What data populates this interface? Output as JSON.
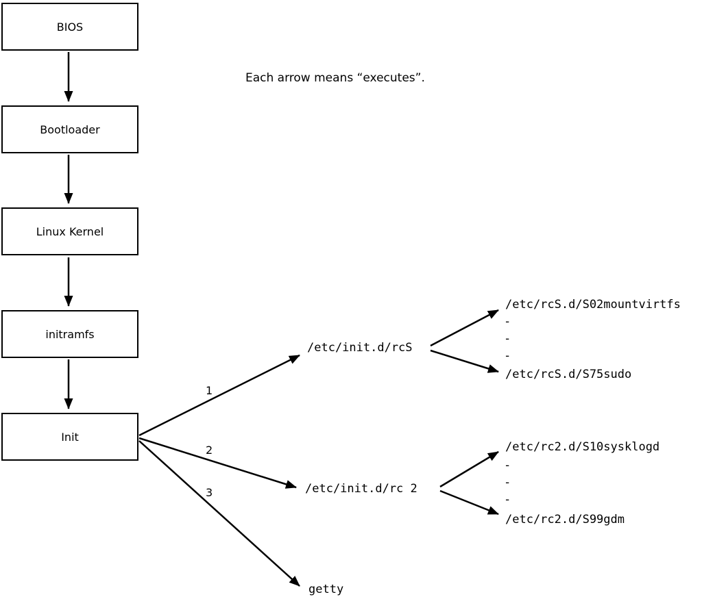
{
  "note": "Each arrow means “executes”.",
  "boxes": [
    {
      "label": "BIOS"
    },
    {
      "label": "Bootloader"
    },
    {
      "label": "Linux Kernel"
    },
    {
      "label": "initramfs"
    },
    {
      "label": "Init"
    }
  ],
  "branches": [
    {
      "num": "1",
      "target": "/etc/init.d/rcS"
    },
    {
      "num": "2",
      "target": "/etc/init.d/rc 2"
    },
    {
      "num": "3",
      "target": "getty"
    }
  ],
  "rcS_children": {
    "first": "/etc/rcS.d/S02mountvirtfs",
    "dots": [
      "-",
      "-",
      "-"
    ],
    "last": "/etc/rcS.d/S75sudo"
  },
  "rc2_children": {
    "first": "/etc/rc2.d/S10sysklogd",
    "dots": [
      "-",
      "-",
      "-"
    ],
    "last": "/etc/rc2.d/S99gdm"
  }
}
